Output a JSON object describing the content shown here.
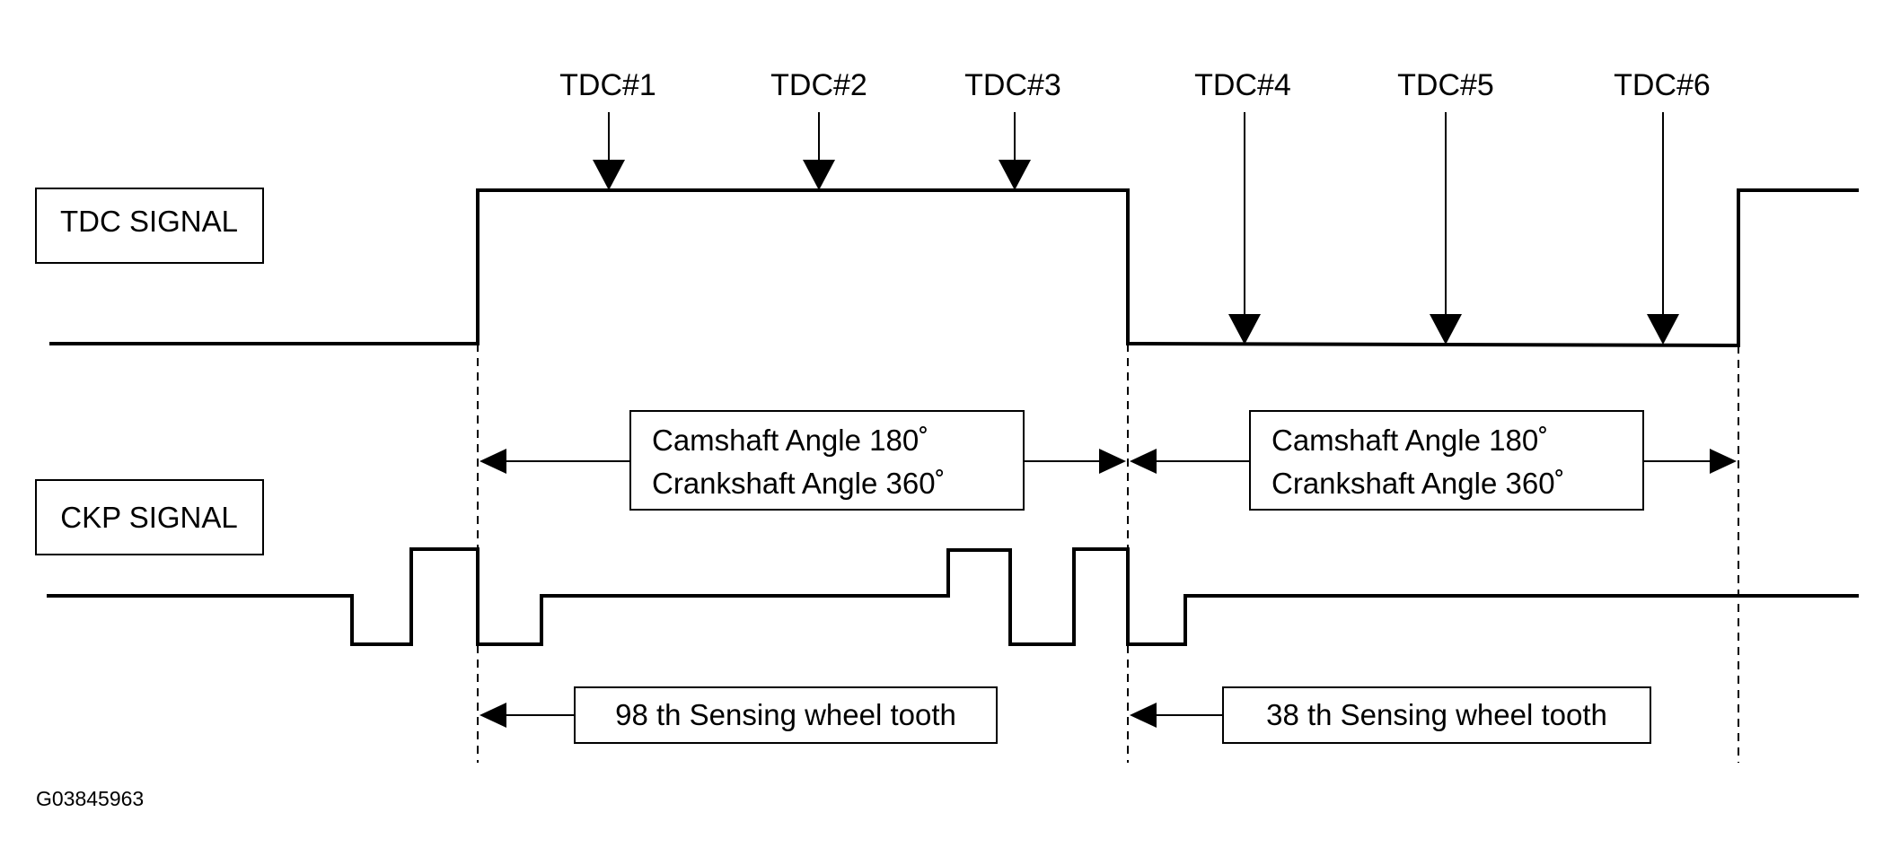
{
  "tdc_markers": [
    "TDC#1",
    "TDC#2",
    "TDC#3",
    "TDC#4",
    "TDC#5",
    "TDC#6"
  ],
  "signals": {
    "tdc": "TDC SIGNAL",
    "ckp": "CKP SIGNAL"
  },
  "angle_boxes": [
    {
      "line1": "Camshaft Angle 180˚",
      "line2": "Crankshaft Angle 360˚"
    },
    {
      "line1": "Camshaft Angle 180˚",
      "line2": "Crankshaft Angle 360˚"
    }
  ],
  "tooth_labels": [
    "98 th Sensing wheel tooth",
    "38 th Sensing wheel tooth"
  ],
  "figure_code": "G03845963"
}
